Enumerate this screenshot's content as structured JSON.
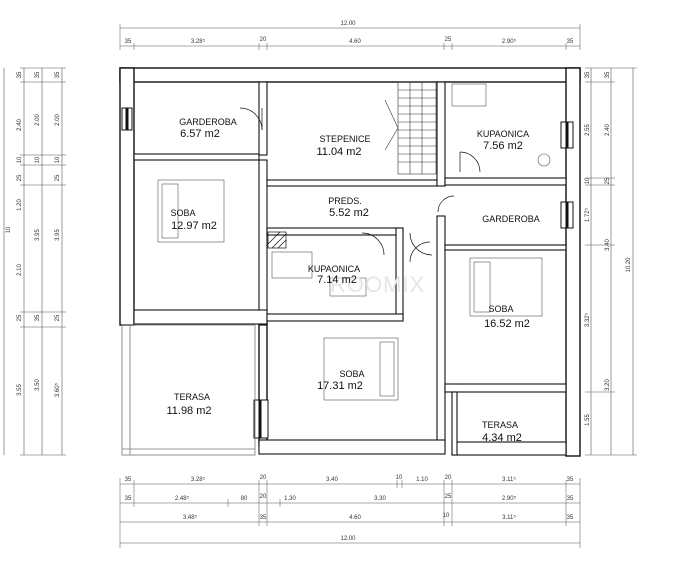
{
  "plan": {
    "rooms": [
      {
        "id": "garderoba-top",
        "name": "GARDEROBA",
        "area": "6.57 m2"
      },
      {
        "id": "stepenice",
        "name": "STEPENICE",
        "area": "11.04 m2"
      },
      {
        "id": "kupaonica-top",
        "name": "KUPAONICA",
        "area": "7.56 m2"
      },
      {
        "id": "preds",
        "name": "PREDS.",
        "area": "5.52 m2"
      },
      {
        "id": "soba-left",
        "name": "SOBA",
        "area": "12.97 m2"
      },
      {
        "id": "garderoba-right",
        "name": "GARDEROBA",
        "area": ""
      },
      {
        "id": "kupaonica-mid",
        "name": "KUPAONICA",
        "area": "7.14 m2"
      },
      {
        "id": "soba-right",
        "name": "SOBA",
        "area": "16.52 m2"
      },
      {
        "id": "soba-center",
        "name": "SOBA",
        "area": "17.31 m2"
      },
      {
        "id": "terasa-left",
        "name": "TERASA",
        "area": "11.98 m2"
      },
      {
        "id": "terasa-right",
        "name": "TERASA",
        "area": "4.34 m2"
      }
    ],
    "dimensions": {
      "top_total": "12.00",
      "top_row": [
        "35",
        "3.28⁵",
        "20",
        "4.60",
        "25",
        "2.90⁵",
        "35"
      ],
      "bottom_row1": [
        "35",
        "3.28⁵",
        "20",
        "3.40",
        "10",
        "1.10",
        "20",
        "3.11⁵",
        "35"
      ],
      "bottom_row2": [
        "35",
        "2.48⁵",
        "80",
        "20",
        "1.30",
        "3.30",
        "25",
        "2.90⁵",
        "35"
      ],
      "bottom_row3": [
        "3.48⁵",
        "35",
        "4.60",
        "10",
        "3.11⁵",
        "35"
      ],
      "bottom_total": "12.00",
      "left_outer": [
        "35",
        "2.40",
        "10",
        "25",
        "1.20",
        "2.10",
        "25",
        "3.55"
      ],
      "left_mid": [
        "35",
        "2.00",
        "10",
        "3.95",
        "35",
        "3.50"
      ],
      "left_inner": [
        "35",
        "2.00",
        "10",
        "25",
        "3.95",
        "25",
        "3.60⁵"
      ],
      "left_total": "10",
      "right_inner": [
        "35",
        "2.55",
        "10",
        "1.72⁵",
        "3.32⁵",
        "1.55"
      ],
      "right_mid": [
        "35",
        "2.40",
        "25",
        "3.40",
        "3.20"
      ],
      "right_total": "10.20"
    },
    "watermark": "ROOMIX"
  }
}
